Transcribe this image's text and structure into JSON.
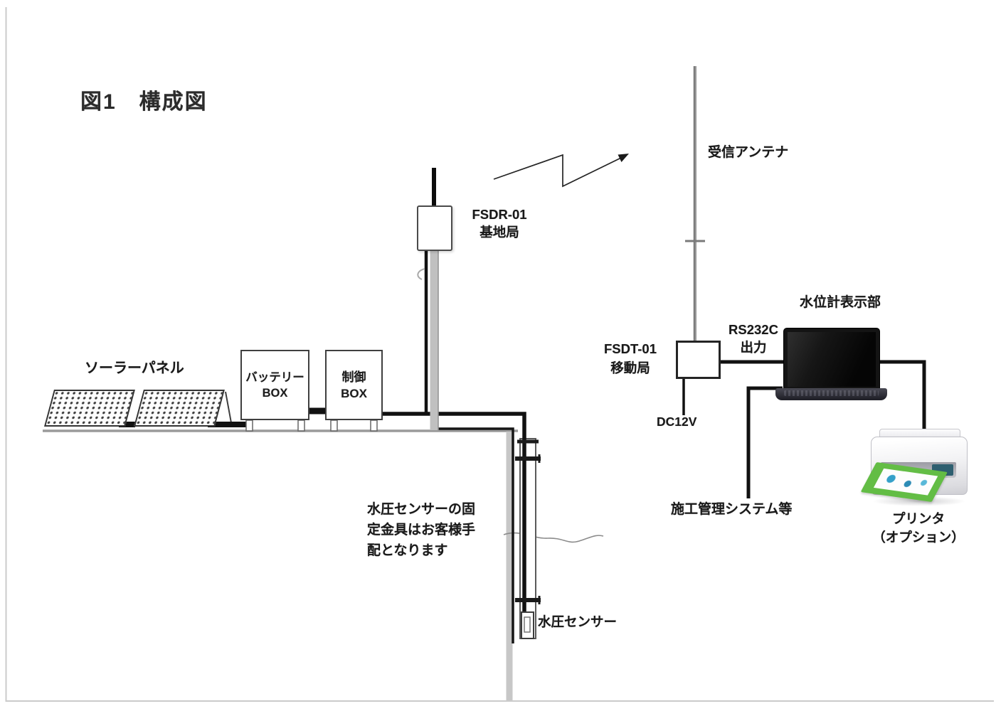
{
  "diagram": {
    "title": "図1　構成図",
    "labels": {
      "solar_panel": "ソーラーパネル",
      "battery_box": [
        "バッテリー",
        "BOX"
      ],
      "control_box": [
        "制御",
        "BOX"
      ],
      "base_station": [
        "FSDR-01",
        "基地局"
      ],
      "rx_antenna": "受信アンテナ",
      "mobile_station": [
        "FSDT-01",
        "移動局"
      ],
      "rs232c_output": [
        "RS232C",
        "出力"
      ],
      "level_display": "水位計表示部",
      "dc12v": "DC12V",
      "mgmt_system": "施工管理システム等",
      "printer_option": [
        "プリンタ",
        "（オプション）"
      ],
      "pressure_sensor": "水圧センサー",
      "sensor_note": [
        "水圧センサーの固",
        "定金具はお客様手",
        "配となります"
      ]
    },
    "icons": {
      "solar_panel": "solar-panel-icon",
      "laptop": "laptop-icon",
      "printer": "printer-icon",
      "antenna_mast": "antenna-mast-icon",
      "radio_wave_arrow": "radio-wave-arrow-icon"
    },
    "colors": {
      "cable_black": "#151515",
      "pole_gray": "#c0c0c0",
      "ground_gray": "#9a9a9a",
      "text": "#1a1a1a",
      "laptop_body": "#17171b",
      "printer_body": "#f2f2f4",
      "paper_green": "#63bd45",
      "page_edge": "#cbcbcb"
    }
  }
}
